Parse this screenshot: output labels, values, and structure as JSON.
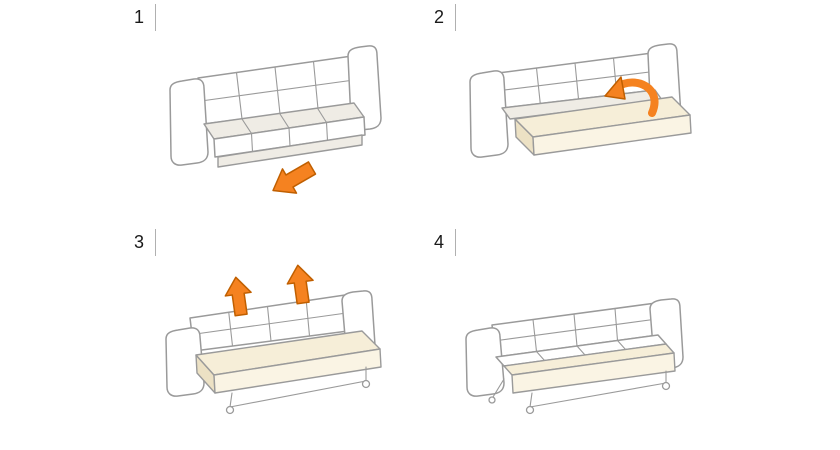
{
  "colors": {
    "background": "#ffffff",
    "outline": "#9a9a9a",
    "fill_white": "#ffffff",
    "fill_shade": "#efece5",
    "mattress": "#f6eed8",
    "mattress_front": "#faf4e4",
    "mattress_side": "#ece1c4",
    "arrow_orange": "#f58220",
    "arrow_outline": "#c05f00",
    "number_color": "#1a1a1a",
    "divider": "#b0b0b0"
  },
  "steps": [
    {
      "number": "1",
      "arrow_icon": "pull-out-arrow-icon"
    },
    {
      "number": "2",
      "arrow_icon": "flip-over-arrow-icon"
    },
    {
      "number": "3",
      "arrow_icon": "lift-up-arrow-icon"
    },
    {
      "number": "4",
      "arrow_icon": "none"
    }
  ]
}
